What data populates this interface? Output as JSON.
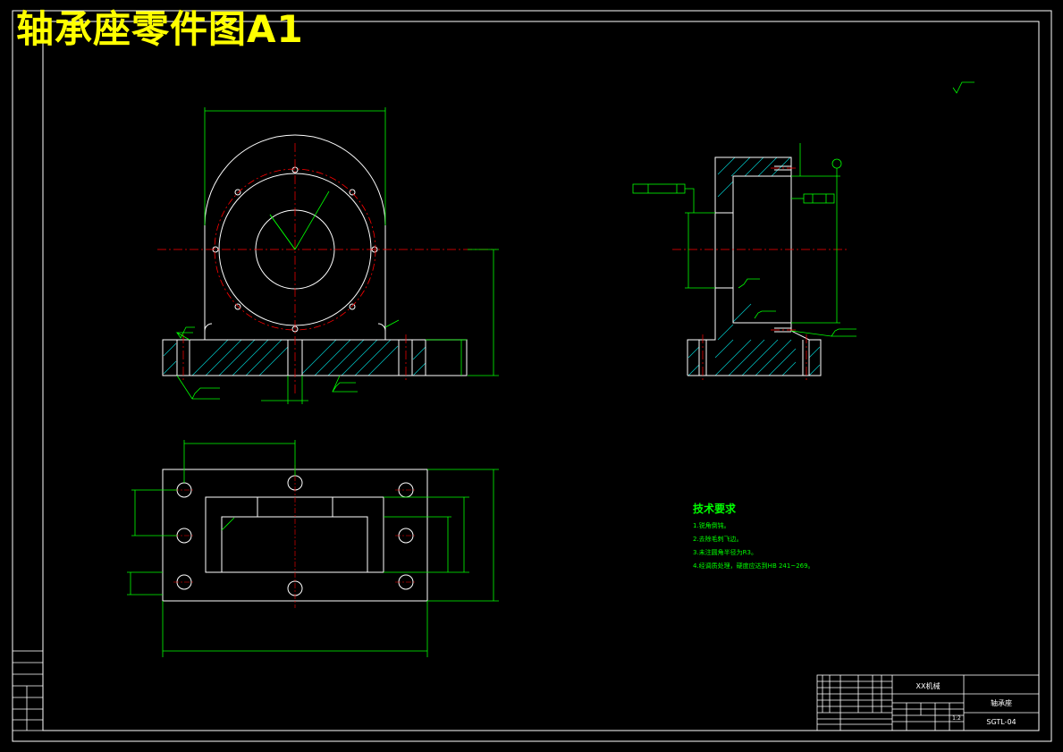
{
  "title": "轴承座零件图A1",
  "technical_requirements": {
    "heading": "技术要求",
    "items": [
      "1.锐角倒钝。",
      "2.去除毛刺飞边。",
      "3.未注圆角半径为R3。",
      "4.经调质处理，硬度应达到HB 241~269。"
    ]
  },
  "title_block": {
    "company": "XX机械",
    "part_name": "轴承座",
    "drawing_no": "SGTL-04",
    "scale": "1:2"
  },
  "colors": {
    "background": "#000000",
    "outline": "#ffffff",
    "dimension": "#00ff00",
    "centerline": "#ff0000",
    "hatch": "#00cccc",
    "title": "#ffff00"
  }
}
